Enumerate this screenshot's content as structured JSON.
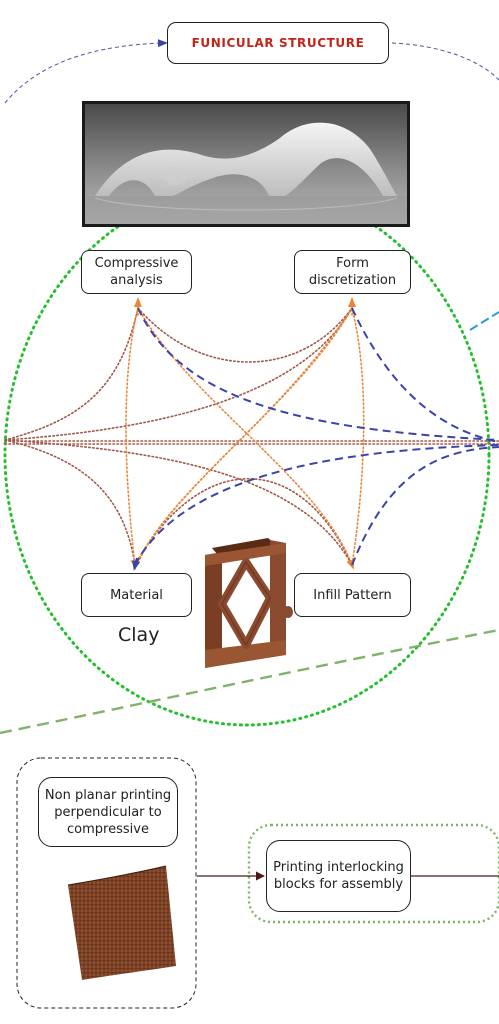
{
  "title": "FUNICULAR STRUCTURE",
  "nodes": {
    "compressive_analysis": "Compressive\nanalysis",
    "form_discretization": "Form\ndiscretization",
    "material": "Material",
    "infill_pattern": "Infill Pattern",
    "non_planar": "Non planar printing\nperpendicular to\ncompressive",
    "interlocking": "Printing interlocking\nblocks for assembly"
  },
  "material_caption": "Clay",
  "images": {
    "shell_photo": "funicular-shell-render",
    "infill_block": "clay-printed-diamond-infill-block",
    "printed_panel": "non-planar-printed-clay-panel"
  },
  "colors": {
    "title_text": "#c0261a",
    "cluster_outline": "#22c02a",
    "brown_links": "#a0584a",
    "orange_links": "#e8873a",
    "blue_links": "#3a44a8",
    "green_dash": "#7fb36a",
    "cyan_link": "#2c9ad8",
    "clay": "#8a4a30"
  }
}
